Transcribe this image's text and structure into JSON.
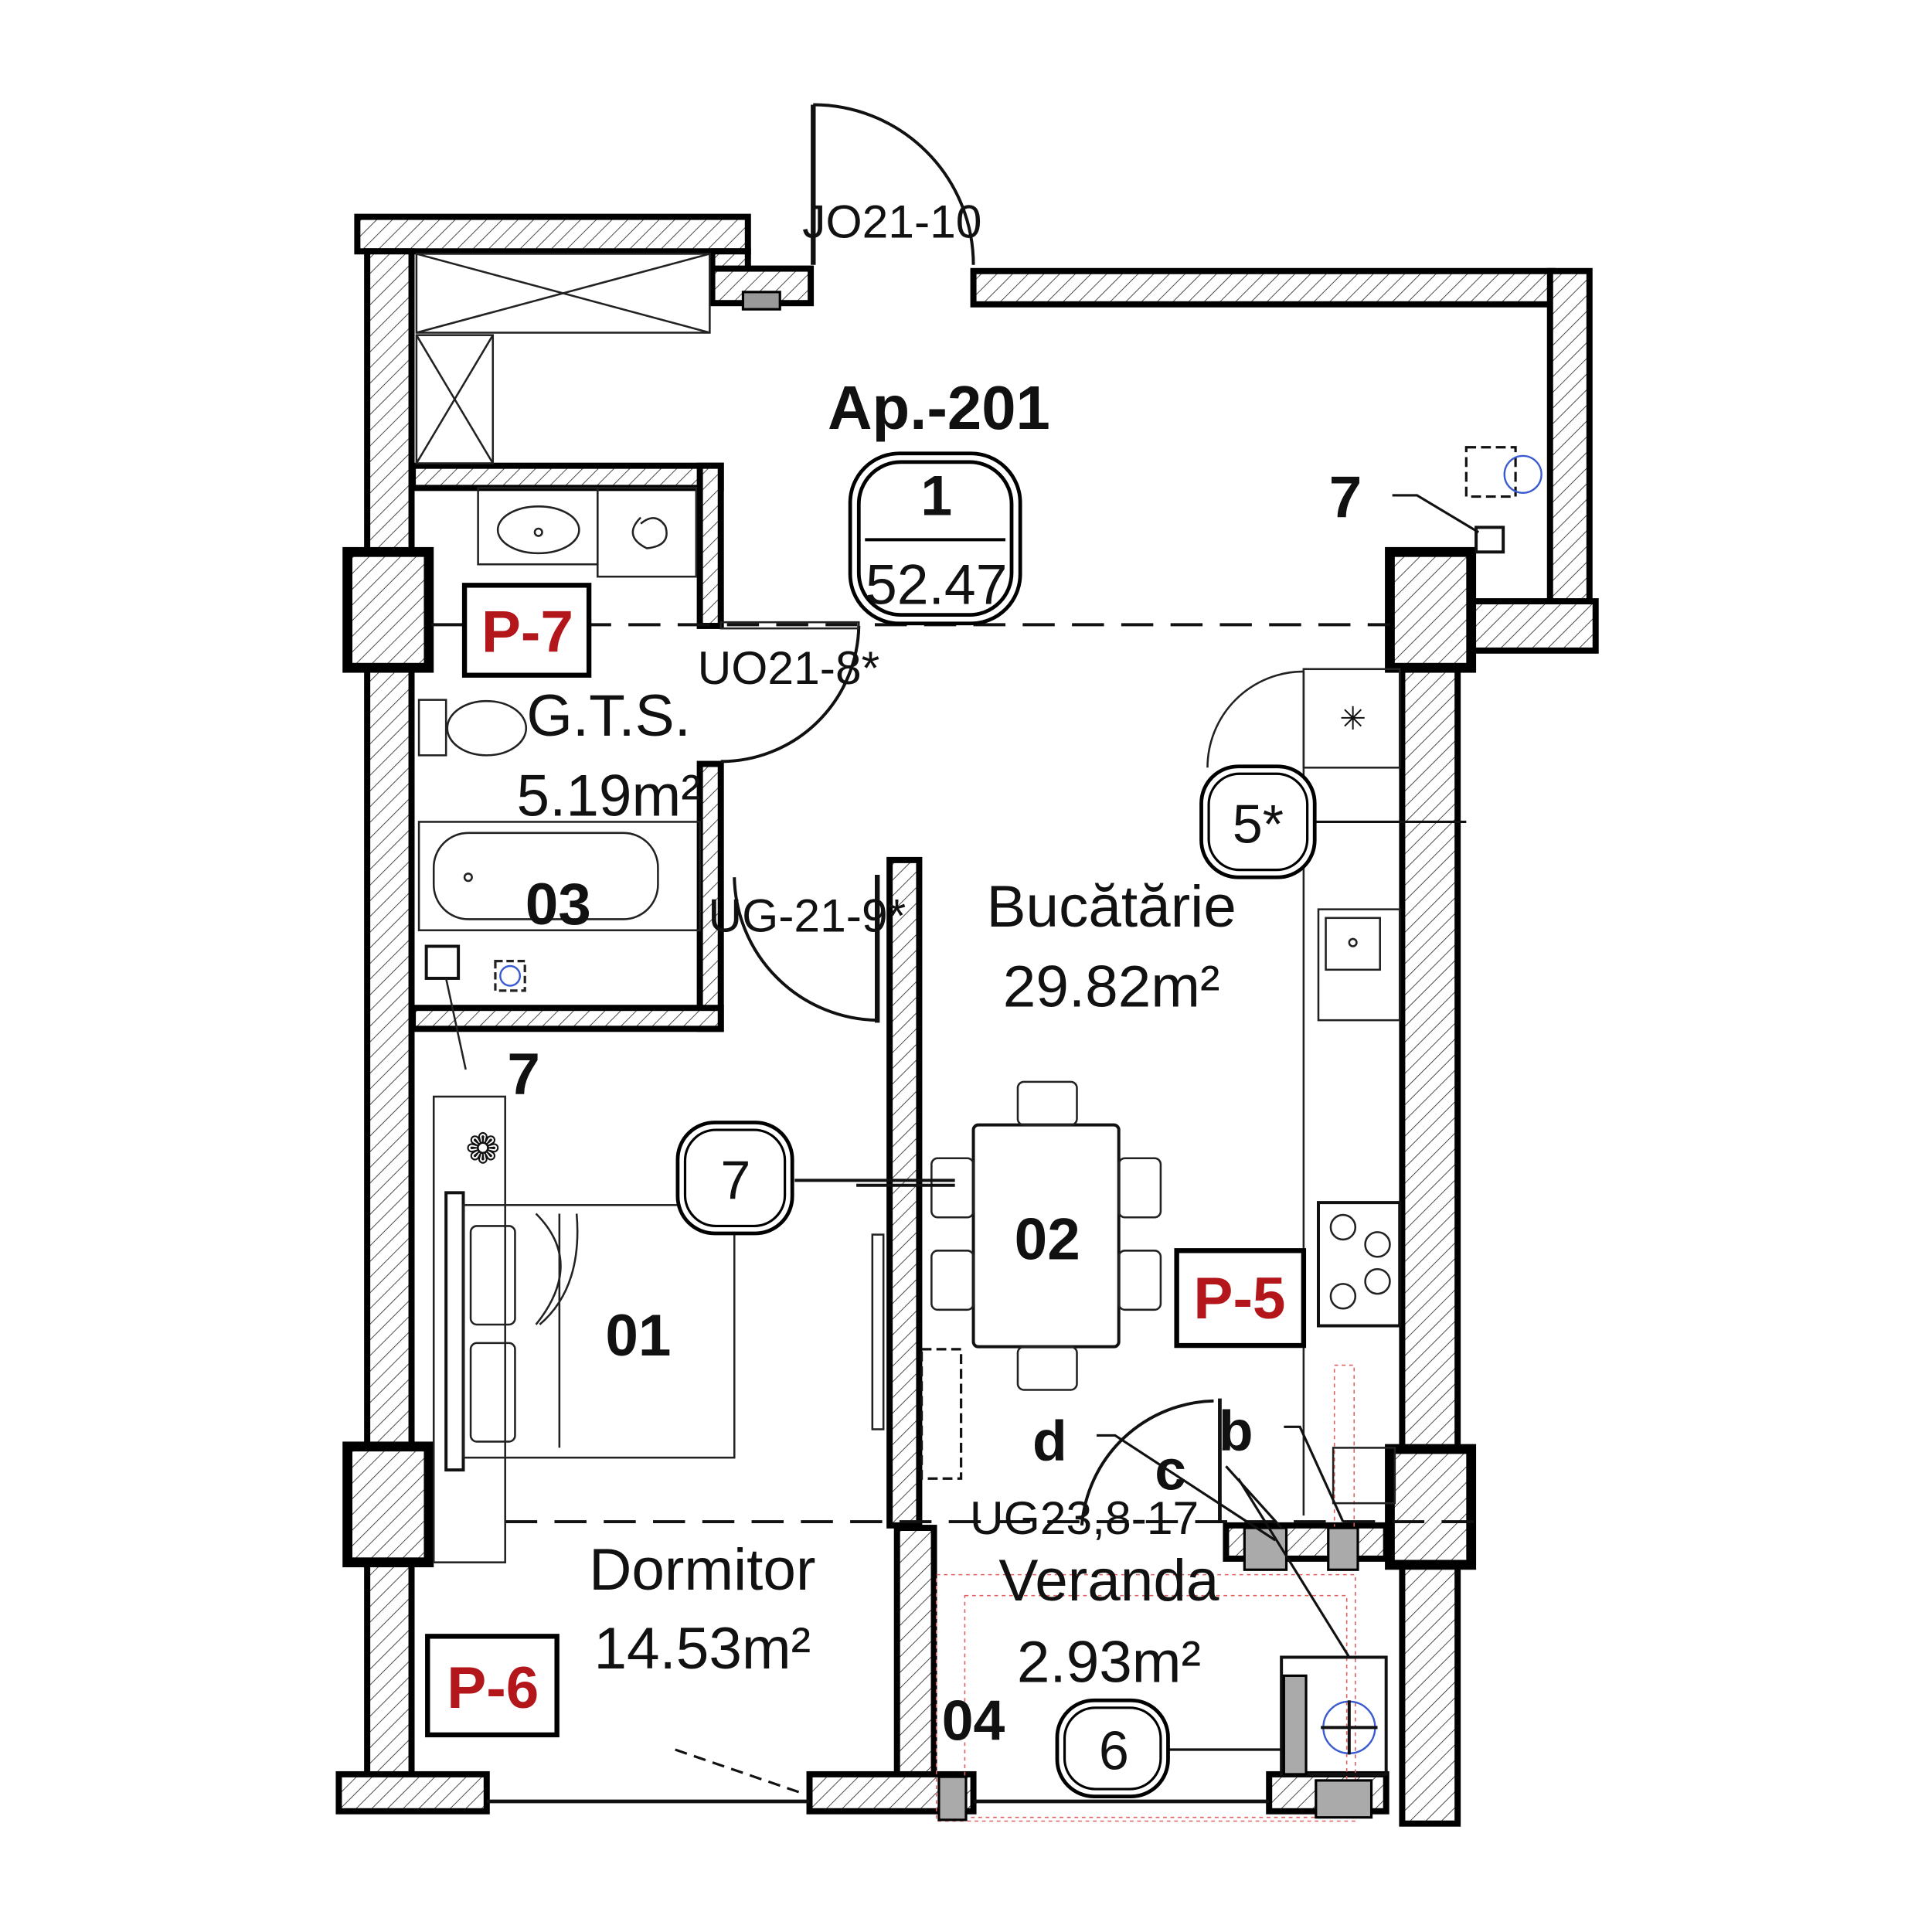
{
  "plan": {
    "apartment_title": "Ap.-201",
    "apartment_badge": {
      "number": "1",
      "area": "52.47"
    },
    "entrance_door": "JO21-10",
    "rooms": [
      {
        "id": "01",
        "name": "Dormitor",
        "area": "14.53m²"
      },
      {
        "id": "02",
        "name": "Bucătărie",
        "area": "29.82m²"
      },
      {
        "id": "03",
        "name": "G.T.S.",
        "area": "5.19m²"
      },
      {
        "id": "04",
        "name": "Veranda",
        "area": "2.93m²"
      }
    ],
    "doors": {
      "bath": "UO21-8*",
      "bedroom": "UG-21-9*",
      "veranda": "UG23,8-17"
    },
    "panel_tags": {
      "p7": "P-7",
      "p5": "P-5",
      "p6": "P-6"
    },
    "markers": {
      "five_star": "5*",
      "seven_circle": "7",
      "six_circle": "6",
      "seven_top": "7",
      "seven_bath": "7"
    },
    "leader_letters": {
      "b": "b",
      "c": "c",
      "d": "d"
    },
    "colors": {
      "tag_red": "#b3161b",
      "lines": "#111111",
      "hidden_red": "#e06060",
      "fixture_blue": "#3a5bd0"
    }
  }
}
